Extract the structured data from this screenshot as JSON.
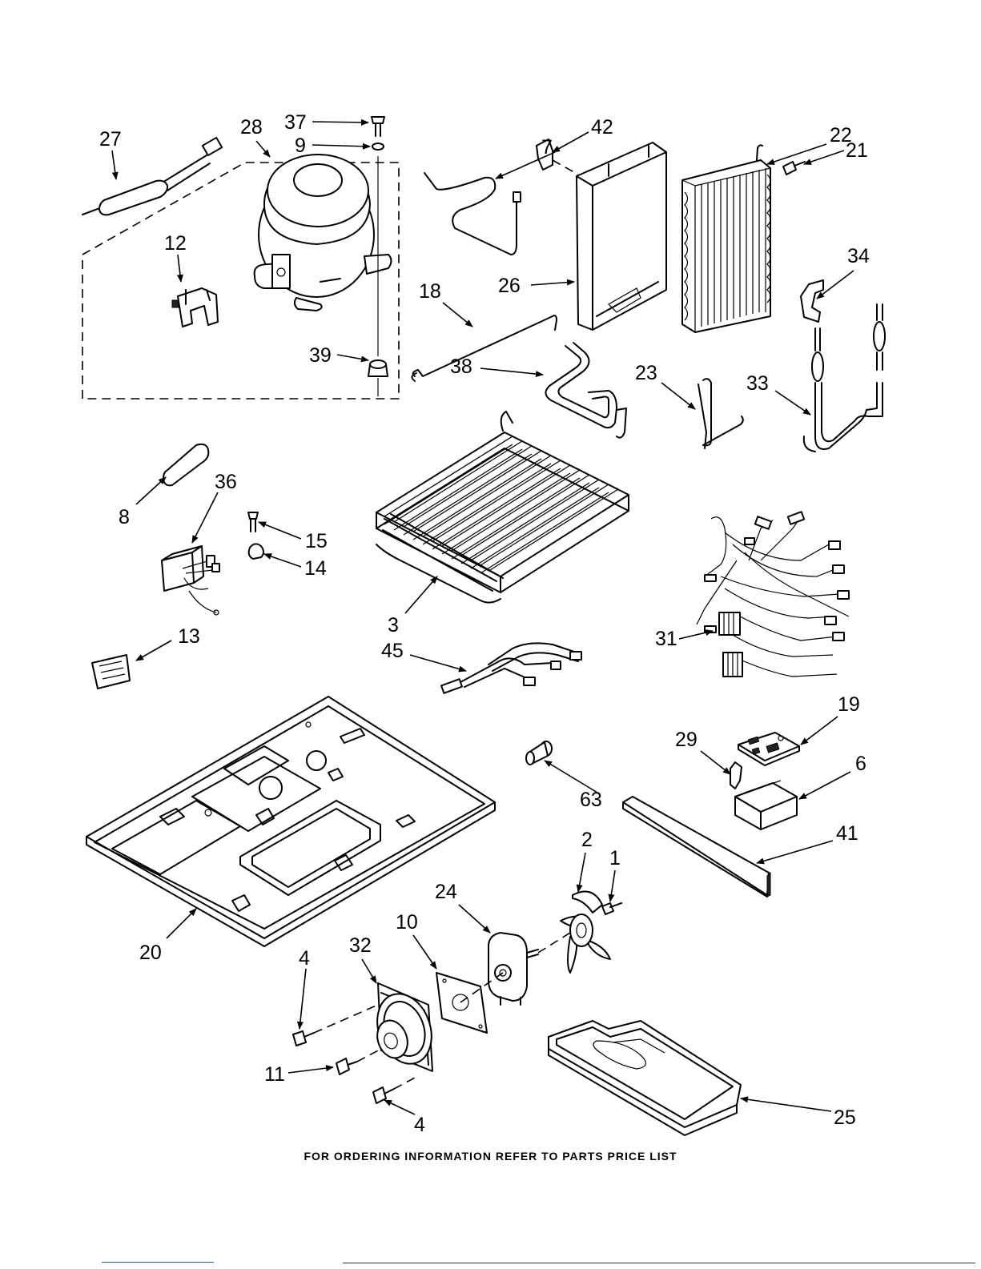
{
  "labels": {
    "l27": "27",
    "l28": "28",
    "l37": "37",
    "l9": "9",
    "l7": "7",
    "l42": "42",
    "l22": "22",
    "l21": "21",
    "l12": "12",
    "l26": "26",
    "l34": "34",
    "l18": "18",
    "l39": "39",
    "l38": "38",
    "l23": "23",
    "l33": "33",
    "l8": "8",
    "l36": "36",
    "l15": "15",
    "l14": "14",
    "l3": "3",
    "l13": "13",
    "l45": "45",
    "l31": "31",
    "l19": "19",
    "l29": "29",
    "l6": "6",
    "l63": "63",
    "l41": "41",
    "l2": "2",
    "l1": "1",
    "l24": "24",
    "l10": "10",
    "l20": "20",
    "l4a": "4",
    "l32": "32",
    "l11": "11",
    "l4b": "4",
    "l25": "25"
  },
  "footer": "FOR ORDERING INFORMATION REFER TO PARTS PRICE LIST"
}
